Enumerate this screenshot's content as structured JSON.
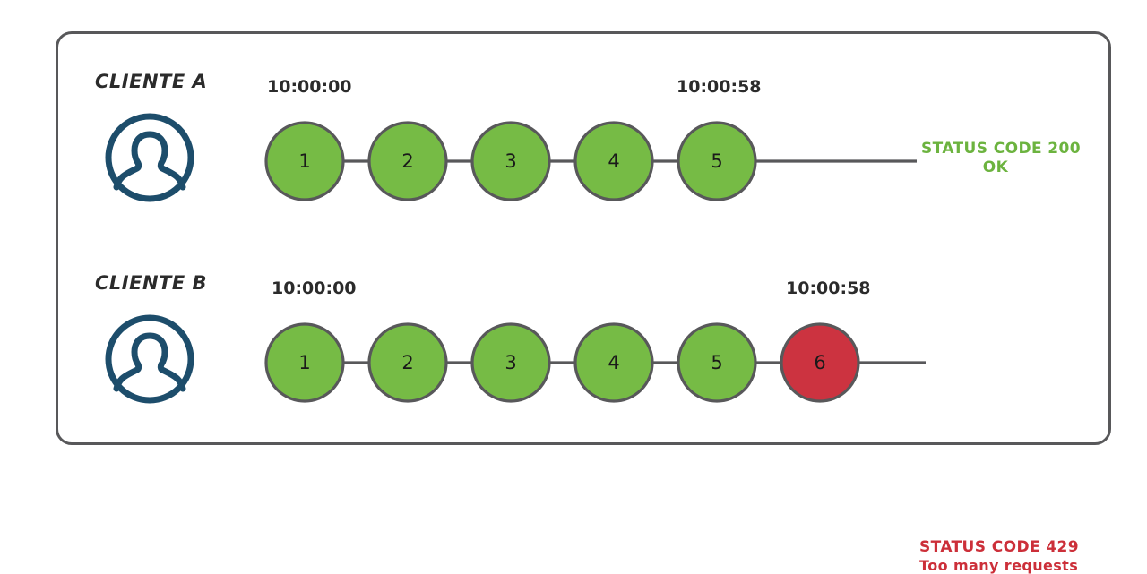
{
  "diagram": {
    "title": "API rate limiting per client timeline",
    "background": "#ffffff",
    "frame_color": "#58585a",
    "colors": {
      "node_ok": "#76bb45",
      "node_error": "#cc3340",
      "node_stroke": "#58585a",
      "connector": "#58585a",
      "avatar": "#1d4d6b",
      "status_ok": "#6cb33f",
      "status_error": "#cc2f39",
      "text": "#2b2b2b"
    }
  },
  "rows": [
    {
      "id": "client-a",
      "label": "CLIENTE A",
      "avatar_icon": "user-avatar-icon",
      "time_start": "10:00:00",
      "time_end": "10:00:58",
      "nodes": [
        {
          "n": "1",
          "state": "ok"
        },
        {
          "n": "2",
          "state": "ok"
        },
        {
          "n": "3",
          "state": "ok"
        },
        {
          "n": "4",
          "state": "ok"
        },
        {
          "n": "5",
          "state": "ok"
        }
      ],
      "status": {
        "line1": "STATUS CODE 200",
        "line2": "OK",
        "state": "ok"
      }
    },
    {
      "id": "client-b",
      "label": "CLIENTE B",
      "avatar_icon": "user-avatar-icon",
      "time_start": "10:00:00",
      "time_end": "10:00:58",
      "nodes": [
        {
          "n": "1",
          "state": "ok"
        },
        {
          "n": "2",
          "state": "ok"
        },
        {
          "n": "3",
          "state": "ok"
        },
        {
          "n": "4",
          "state": "ok"
        },
        {
          "n": "5",
          "state": "ok"
        },
        {
          "n": "6",
          "state": "error"
        }
      ],
      "status": {
        "line1": "STATUS CODE 429",
        "line2": "Too many requests",
        "state": "error"
      }
    }
  ]
}
